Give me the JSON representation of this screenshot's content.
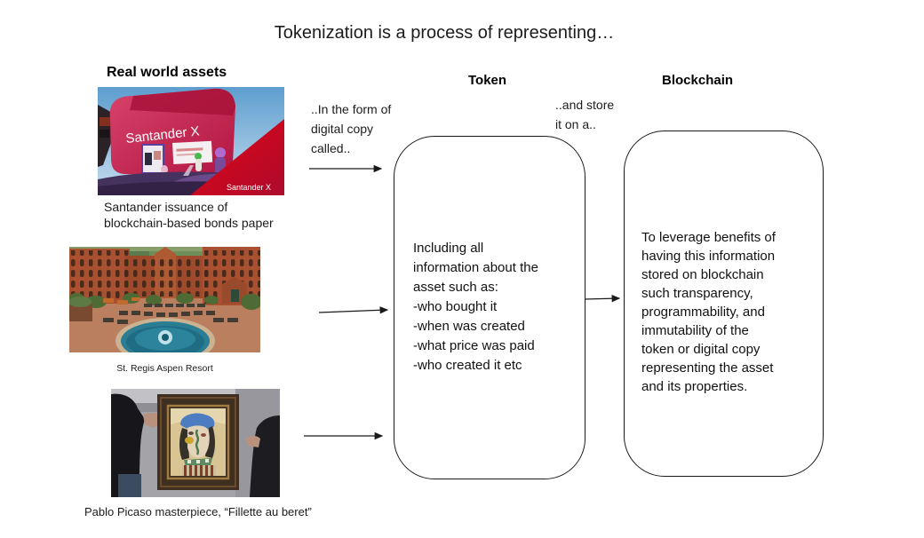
{
  "slide": {
    "title": "Tokenization is a process of representing…"
  },
  "headers": {
    "assets": "Real world assets",
    "token": "Token",
    "blockchain": "Blockchain"
  },
  "assets": [
    {
      "id": "santander",
      "image": "santander-x-virtual-pavilion-photo",
      "logo_text": "Santander X",
      "corner_text": "Santander X",
      "caption": "Santander issuance of\nblockchain-based bonds paper"
    },
    {
      "id": "st-regis",
      "image": "st-regis-aspen-resort-courtyard-pool-photo",
      "caption": "St. Regis Aspen Resort"
    },
    {
      "id": "picasso",
      "image": "picasso-framed-painting-held-by-two-people-photo",
      "caption": "Pablo Picaso masterpiece, “Fillette au beret”"
    }
  ],
  "annotations": {
    "form": "..In the form of\ndigital copy\ncalled..",
    "store": "..and store\nit on a.."
  },
  "token_box": {
    "text": "Including all\ninformation about the\nasset such as:\n-who bought it\n-when was created\n-what price was paid\n-who created it etc"
  },
  "blockchain_box": {
    "text": "To leverage benefits of\nhaving this information\nstored on blockchain\nsuch transparency,\nprogrammability, and\nimmutability of the\ntoken or digital copy\nrepresenting the asset\nand its properties."
  },
  "colors": {
    "santander_red": "#e30613",
    "pavilion_pink_red": "#c2204c",
    "brick_red": "#a8502f",
    "pool_teal": "#2a7d93",
    "beret_blue": "#4e7cc0",
    "line_black": "#1a1a1a"
  }
}
